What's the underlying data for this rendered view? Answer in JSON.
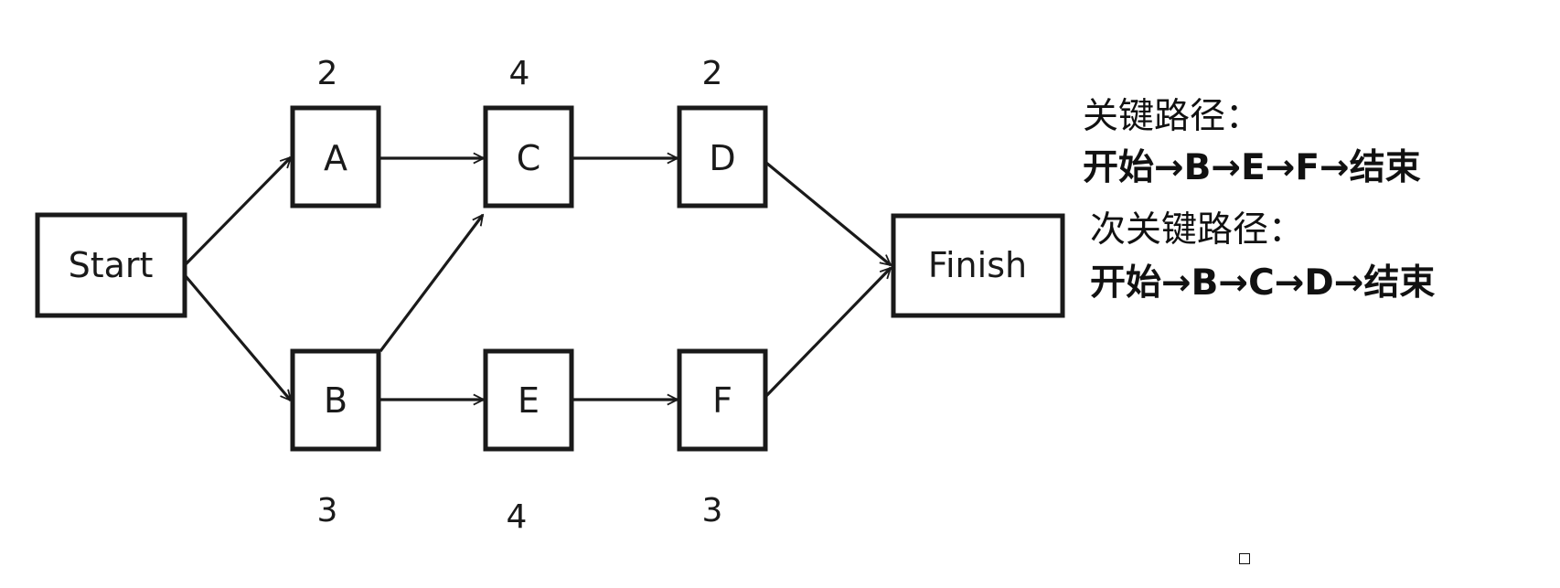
{
  "diagram": {
    "title": "Project network (activity-on-node)",
    "nodes": [
      {
        "id": "start",
        "label": "Start"
      },
      {
        "id": "A",
        "label": "A",
        "duration": "2"
      },
      {
        "id": "C",
        "label": "C",
        "duration": "4"
      },
      {
        "id": "D",
        "label": "D",
        "duration": "2"
      },
      {
        "id": "B",
        "label": "B",
        "duration": "3"
      },
      {
        "id": "E",
        "label": "E",
        "duration": "4"
      },
      {
        "id": "F",
        "label": "F",
        "duration": "3"
      },
      {
        "id": "finish",
        "label": "Finish"
      }
    ],
    "edges": [
      [
        "start",
        "A"
      ],
      [
        "start",
        "B"
      ],
      [
        "A",
        "C"
      ],
      [
        "B",
        "C"
      ],
      [
        "C",
        "D"
      ],
      [
        "B",
        "E"
      ],
      [
        "E",
        "F"
      ],
      [
        "D",
        "finish"
      ],
      [
        "F",
        "finish"
      ]
    ]
  },
  "annotations": {
    "critical_path_label": "关键路径：",
    "critical_path": "开始→B→E→F→结束",
    "secondary_path_label": "次关键路径：",
    "secondary_path": "开始→B→C→D→结束"
  },
  "colors": {
    "stroke": "#1a1a1a",
    "background": "#ffffff"
  }
}
